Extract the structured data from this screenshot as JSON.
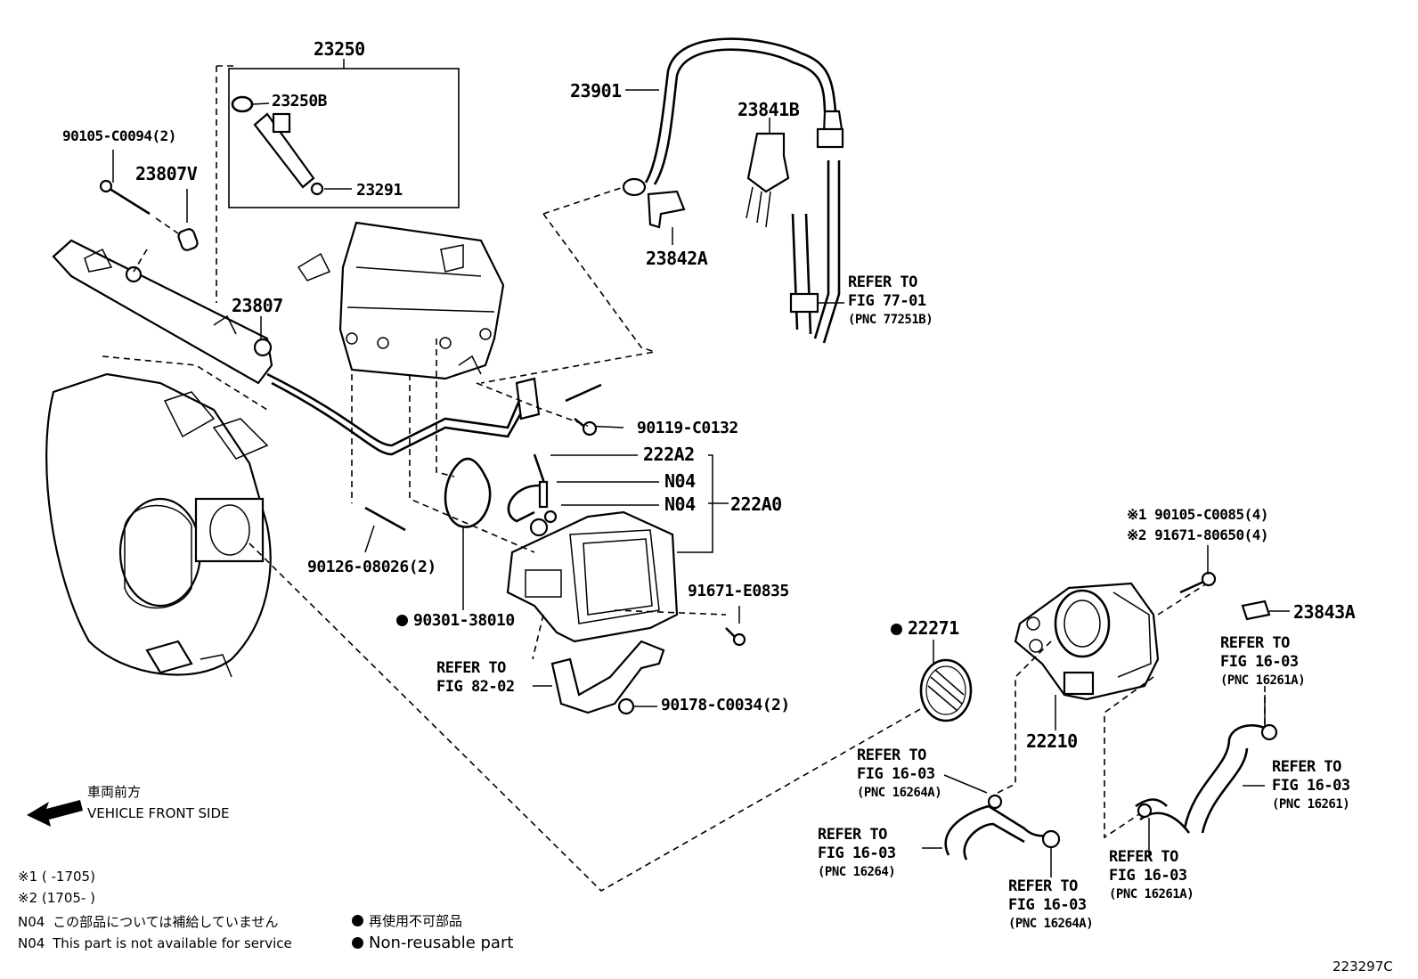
{
  "diagram_id": "223297C",
  "parts": {
    "injector_assy": "23250",
    "injector_oring": "23250B",
    "injector_insulator": "23291",
    "bolt_fuel_rail": "90105-C0094(2)",
    "spacer_23807v": "23807V",
    "spacer_23807": "23807",
    "fuel_hose": "23901",
    "clamp_23841b": "23841B",
    "clip_23842a": "23842A",
    "bolt_90119": "90119-C0132",
    "n04_upper_label": "N04",
    "n04_lower_label": "N04",
    "part_222a2": "222A2",
    "part_222a0": "222A0",
    "stud_90126": "90126-08026(2)",
    "gasket_90301": "90301-38010",
    "bolt_91671_e": "91671-E0835",
    "nut_90178": "90178-C0034(2)",
    "bolt_90105_c0085": "※1 90105-C0085(4)",
    "bolt_91671_80650": "※2 91671-80650(4)",
    "gasket_22271": "22271",
    "throttle_body": "22210",
    "connector_23843a": "23843A"
  },
  "references": {
    "fig77": {
      "line1": "REFER TO",
      "line2": "FIG 77-01",
      "pnc": "(PNC 77251B)"
    },
    "fig82": {
      "line1": "REFER TO",
      "line2": "FIG 82-02"
    },
    "fig16_a": {
      "line1": "REFER TO",
      "line2": "FIG 16-03",
      "pnc": "(PNC 16261A)"
    },
    "fig16_b": {
      "line1": "REFER TO",
      "line2": "FIG 16-03",
      "pnc": "(PNC 16264A)"
    },
    "fig16_c": {
      "line1": "REFER TO",
      "line2": "FIG 16-03",
      "pnc": "(PNC 16261)"
    },
    "fig16_d": {
      "line1": "REFER TO",
      "line2": "FIG 16-03",
      "pnc": "(PNC 16264)"
    },
    "fig16_e": {
      "line1": "REFER TO",
      "line2": "FIG 16-03",
      "pnc": "(PNC 16264A)"
    },
    "fig16_f": {
      "line1": "REFER TO",
      "line2": "FIG 16-03",
      "pnc": "(PNC 16261A)"
    }
  },
  "direction": {
    "jp": "車両前方",
    "en": "VEHICLE FRONT SIDE",
    "icon": "arrow-left-icon"
  },
  "legend": {
    "note1": "※1 (      -1705)",
    "note2": "※2 (1705-      )",
    "n04_jp_code": "N04",
    "n04_jp_text": "この部品については補給していません",
    "n04_en_code": "N04",
    "n04_en_text": "This part is not available for service",
    "nonreuse_jp": "再使用不可部品",
    "nonreuse_en": "Non-reusable part",
    "bullet_icon": "filled-circle-icon"
  }
}
